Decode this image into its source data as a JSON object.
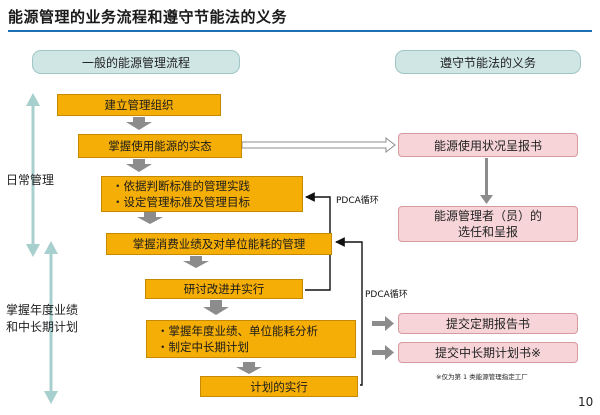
{
  "title": "能源管理的业务流程和遵守节能法的义务",
  "headers": {
    "left": "一般的能源管理流程",
    "right": "遵守节能法的义务"
  },
  "side_labels": {
    "daily": "日常管理",
    "annual_line1": "掌握年度业绩",
    "annual_line2": "和中长期计划"
  },
  "flow": {
    "step1": "建立管理组织",
    "step2": "掌握使用能源的实态",
    "step3_line1": "・依据判断标准的管理实践",
    "step3_line2": "・设定管理标准及管理目标",
    "step4": "掌握消费业绩及对单位能耗的管理",
    "step5": "研讨改进并实行",
    "step6_line1": "・掌握年度业绩、单位能耗分析",
    "step6_line2": "・制定中长期计划",
    "step7": "计划的实行"
  },
  "obligations": {
    "report_usage": "能源使用状况呈报书",
    "manager_line1": "能源管理者（员）的",
    "manager_line2": "选任和呈报",
    "periodic_report": "提交定期报告书",
    "midlong_plan": "提交中长期计划书※"
  },
  "pdca": {
    "upper": "PDCA循环",
    "lower": "PDCA循环"
  },
  "footnote": "※仅为第 1 类能源管理指定工厂",
  "page_number": "10",
  "colors": {
    "title_rule": "#1f6fb5",
    "header_fill": "#cfe6e5",
    "step_fill": "#f5ae06",
    "obligation_fill": "#f6d4d8",
    "arrow_gray": "#8c8c8c",
    "side_arrow": "#a7cfcd"
  }
}
